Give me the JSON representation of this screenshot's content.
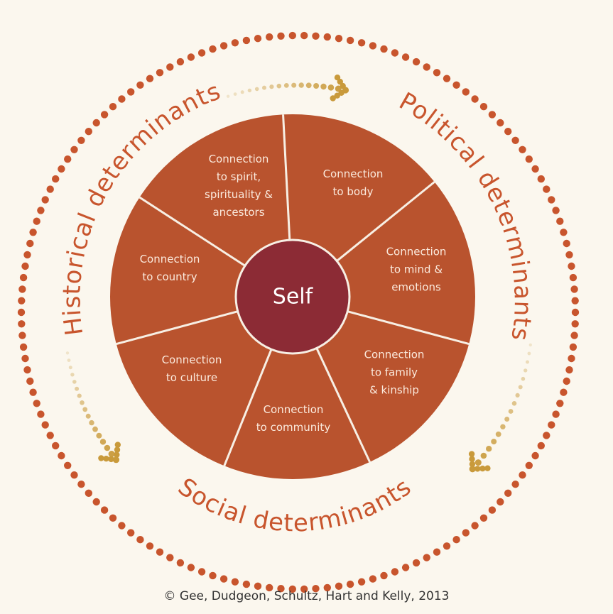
{
  "center": {
    "label": "Self"
  },
  "segments": [
    {
      "id": "spirit",
      "label": "Connection\nto spirit,\nspirituality &\nancestors"
    },
    {
      "id": "body",
      "label": "Connection\nto body"
    },
    {
      "id": "mind",
      "label": "Connection\nto mind &\nemotions"
    },
    {
      "id": "family",
      "label": "Connection\nto family\n& kinship"
    },
    {
      "id": "community",
      "label": "Connection\nto community"
    },
    {
      "id": "culture",
      "label": "Connection\nto culture"
    },
    {
      "id": "country",
      "label": "Connection\nto country"
    }
  ],
  "determinants": {
    "historical": "Historical determinants",
    "political": "Political determinants",
    "social": "Social determinants"
  },
  "credit": "© Gee, Dudgeon, Schultz, Hart and Kelly, 2013",
  "colors": {
    "background": "#fbf7ee",
    "segment_fill": "#b9532e",
    "segment_divider": "#f7efe4",
    "center_fill": "#8c2b35",
    "dots": "#c8552d",
    "arrow_dots": "#c99a3b",
    "determinant_text": "#c8552d"
  }
}
